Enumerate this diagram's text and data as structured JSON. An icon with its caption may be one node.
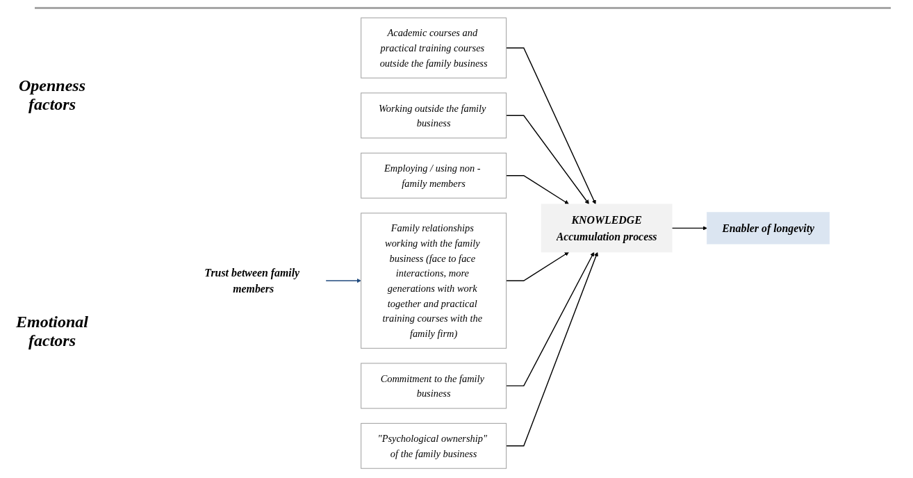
{
  "diagram": {
    "nodes": [
      {
        "text": [
          "Academic courses and practical training courses outside the family business"
        ]
      },
      {
        "text": [
          "Working outside the family business"
        ]
      },
      {
        "text": [
          "Employing / using non - family members"
        ]
      },
      {
        "text": [
          "KNOWLEDGE",
          "Accumulation process"
        ]
      },
      {
        "text": [
          "Enabler of longevity"
        ]
      },
      {
        "text": [
          "Family relationships working with the family business (face to face interactions, more generations with work together and practical training courses with the family firm)"
        ]
      },
      {
        "text": [
          "Commitment to the family business"
        ]
      },
      {
        "text": [
          "\"Psychological ownership\" of the family business"
        ]
      },
      {
        "text": [
          "Trust between family members"
        ]
      }
    ],
    "edges": [
      {
        "from": 0,
        "to": 3,
        "arrow": "to"
      },
      {
        "from": 1,
        "to": 3,
        "arrow": "to"
      },
      {
        "from": 2,
        "to": 3,
        "arrow": "to"
      },
      {
        "from": 5,
        "to": 3,
        "arrow": "to"
      },
      {
        "from": 6,
        "to": 3,
        "arrow": "to"
      },
      {
        "from": 7,
        "to": 3,
        "arrow": "to"
      },
      {
        "from": 3,
        "to": 4,
        "arrow": "to"
      },
      {
        "from": 8,
        "to": 5,
        "arrow": "to",
        "color": "#1f497d"
      }
    ],
    "labels": [
      "Openness factors",
      "Emotional factors"
    ]
  }
}
